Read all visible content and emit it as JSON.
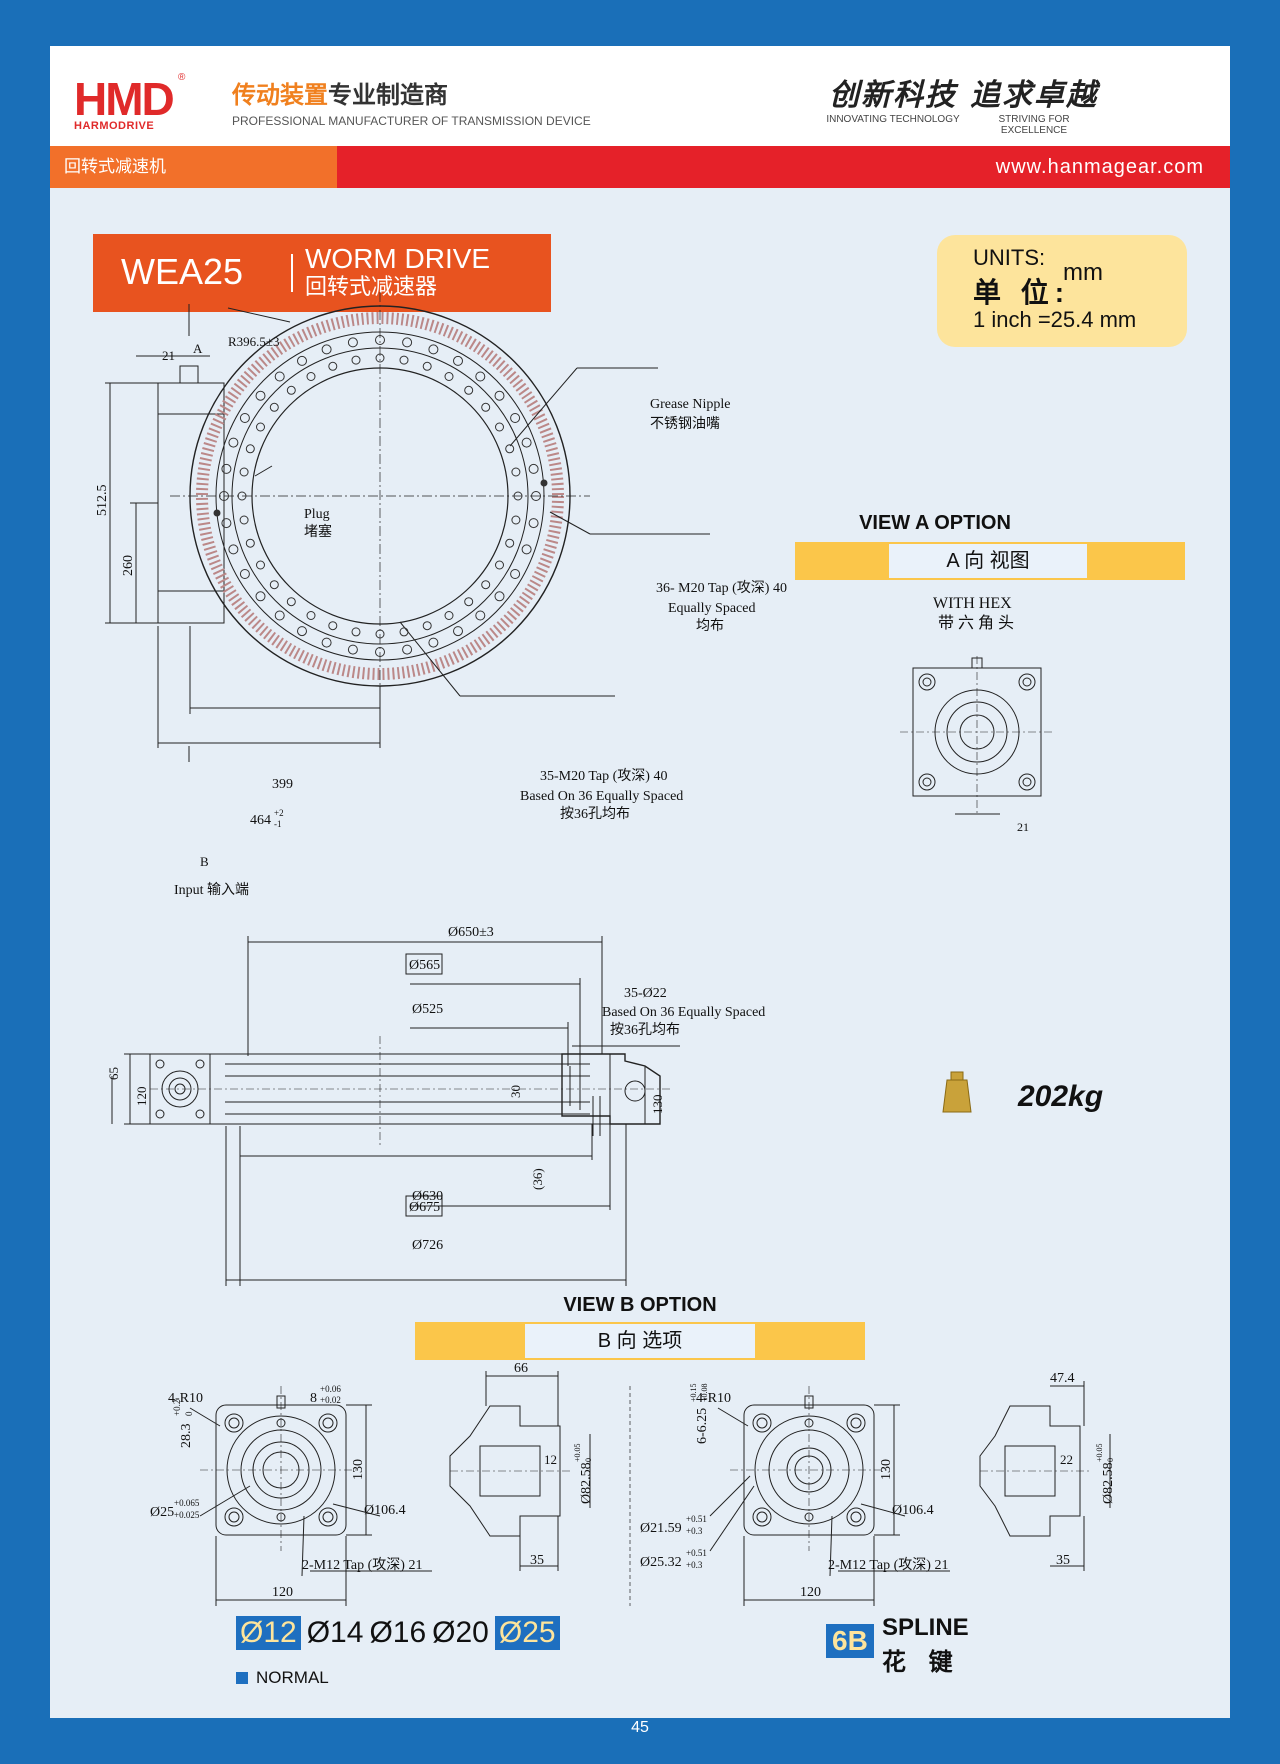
{
  "header": {
    "logo_main": "HMD",
    "logo_sub": "HARMODRIVE",
    "logo_reg": "®",
    "brand_cn_orange": "传动装置",
    "brand_cn_dark": "专业制造商",
    "brand_en": "PROFESSIONAL MANUFACTURER OF TRANSMISSION DEVICE",
    "slogan1_cn": "创新科技",
    "slogan1_en": "INNOVATING TECHNOLOGY",
    "slogan2_cn": "追求卓越",
    "slogan2_en": "STRIVING FOR EXCELLENCE"
  },
  "bar": {
    "category": "回转式减速机",
    "website": "www.hanmagear.com"
  },
  "model": {
    "code": "WEA25",
    "name": "WORM DRIVE",
    "name_cn": "回转式减速器"
  },
  "units": {
    "label_en": "UNITS:",
    "label_cn": "单 位:",
    "unit": "mm",
    "conversion": "1 inch =25.4 mm"
  },
  "top_view": {
    "label_a": "A",
    "label_b": "B",
    "radius": "R396.5±3",
    "flat": "21",
    "grease_en": "Grease Nipple",
    "grease_cn": "不锈钢油嘴",
    "plug_en": "Plug",
    "plug_cn": "堵塞",
    "tap_outer_1": "36- M20 Tap (攻深) 40",
    "tap_outer_2": "Equally Spaced",
    "tap_outer_3": "均布",
    "tap_inner_1": "35-M20 Tap (攻深) 40",
    "tap_inner_2": "Based On 36 Equally Spaced",
    "tap_inner_3": "按36孔均布",
    "dim_512": "512.5",
    "dim_260": "260",
    "dim_399": "399",
    "dim_464": "464",
    "dim_464_tol_up": "+2",
    "dim_464_tol_dn": "-1",
    "input": "Input  输入端"
  },
  "view_a": {
    "title": "VIEW A OPTION",
    "subtitle": "A 向 视图",
    "hex_en": "WITH HEX",
    "hex_cn": "带 六 角 头",
    "dim_21": "21"
  },
  "side_view": {
    "d650": "Ø650±3",
    "d565": "Ø565",
    "d525": "Ø525",
    "holes_1": "35-Ø22",
    "holes_2": "Based On 36 Equally Spaced",
    "holes_3": "按36孔均布",
    "h65": "65",
    "h120": "120",
    "h30": "30",
    "h130": "130",
    "h36": "(36)",
    "d630": "Ø630",
    "d675": "Ø675",
    "d726": "Ø726"
  },
  "weight": "202kg",
  "view_b": {
    "title": "VIEW B OPTION",
    "subtitle": "B 向 选项",
    "left": {
      "r": "4-R10",
      "key": "8",
      "key_tol_up": "+0.06",
      "key_tol_dn": "+0.02",
      "d283": "28.3",
      "d283_tol_up": "+0.2",
      "d283_tol_dn": "0",
      "bore": "Ø25",
      "bore_tol_up": "+0.065",
      "bore_tol_dn": "+0.025",
      "d1064": "Ø106.4",
      "tap": "2-M12 Tap (攻深) 21",
      "w120": "120",
      "h130": "130",
      "d66": "66",
      "d12": "12",
      "d825": "Ø82.58",
      "d825_tol_up": "+0.05",
      "d825_tol_dn": "0",
      "d35": "35"
    },
    "right": {
      "r": "4-R10",
      "d625": "6-6.25",
      "d625_tol_up": "+0.15",
      "d625_tol_dn": "+0.08",
      "d2159": "Ø21.59",
      "d2159_tol_up": "+0.51",
      "d2159_tol_dn": "+0.3",
      "d2532": "Ø25.32",
      "d2532_tol_up": "+0.51",
      "d2532_tol_dn": "+0.3",
      "d1064": "Ø106.4",
      "tap": "2-M12 Tap (攻深) 21",
      "w120": "120",
      "h130": "130",
      "d474": "47.4",
      "d22": "22",
      "d825": "Ø82.58",
      "d825_tol_up": "+0.05",
      "d825_tol_dn": "0",
      "d35": "35"
    }
  },
  "shaft_sizes": [
    "Ø12",
    "Ø14",
    "Ø16",
    "Ø20",
    "Ø25"
  ],
  "normal_label": "NORMAL",
  "spline": {
    "code": "6B",
    "en": "SPLINE",
    "cn": "花 键"
  },
  "page_number": "45",
  "colors": {
    "frame_blue": "#1a6fb8",
    "orange": "#f2702a",
    "red": "#e52129",
    "yellow": "#fbc64a",
    "units_bg": "#fde49c",
    "page_bg": "#e6eef6"
  }
}
